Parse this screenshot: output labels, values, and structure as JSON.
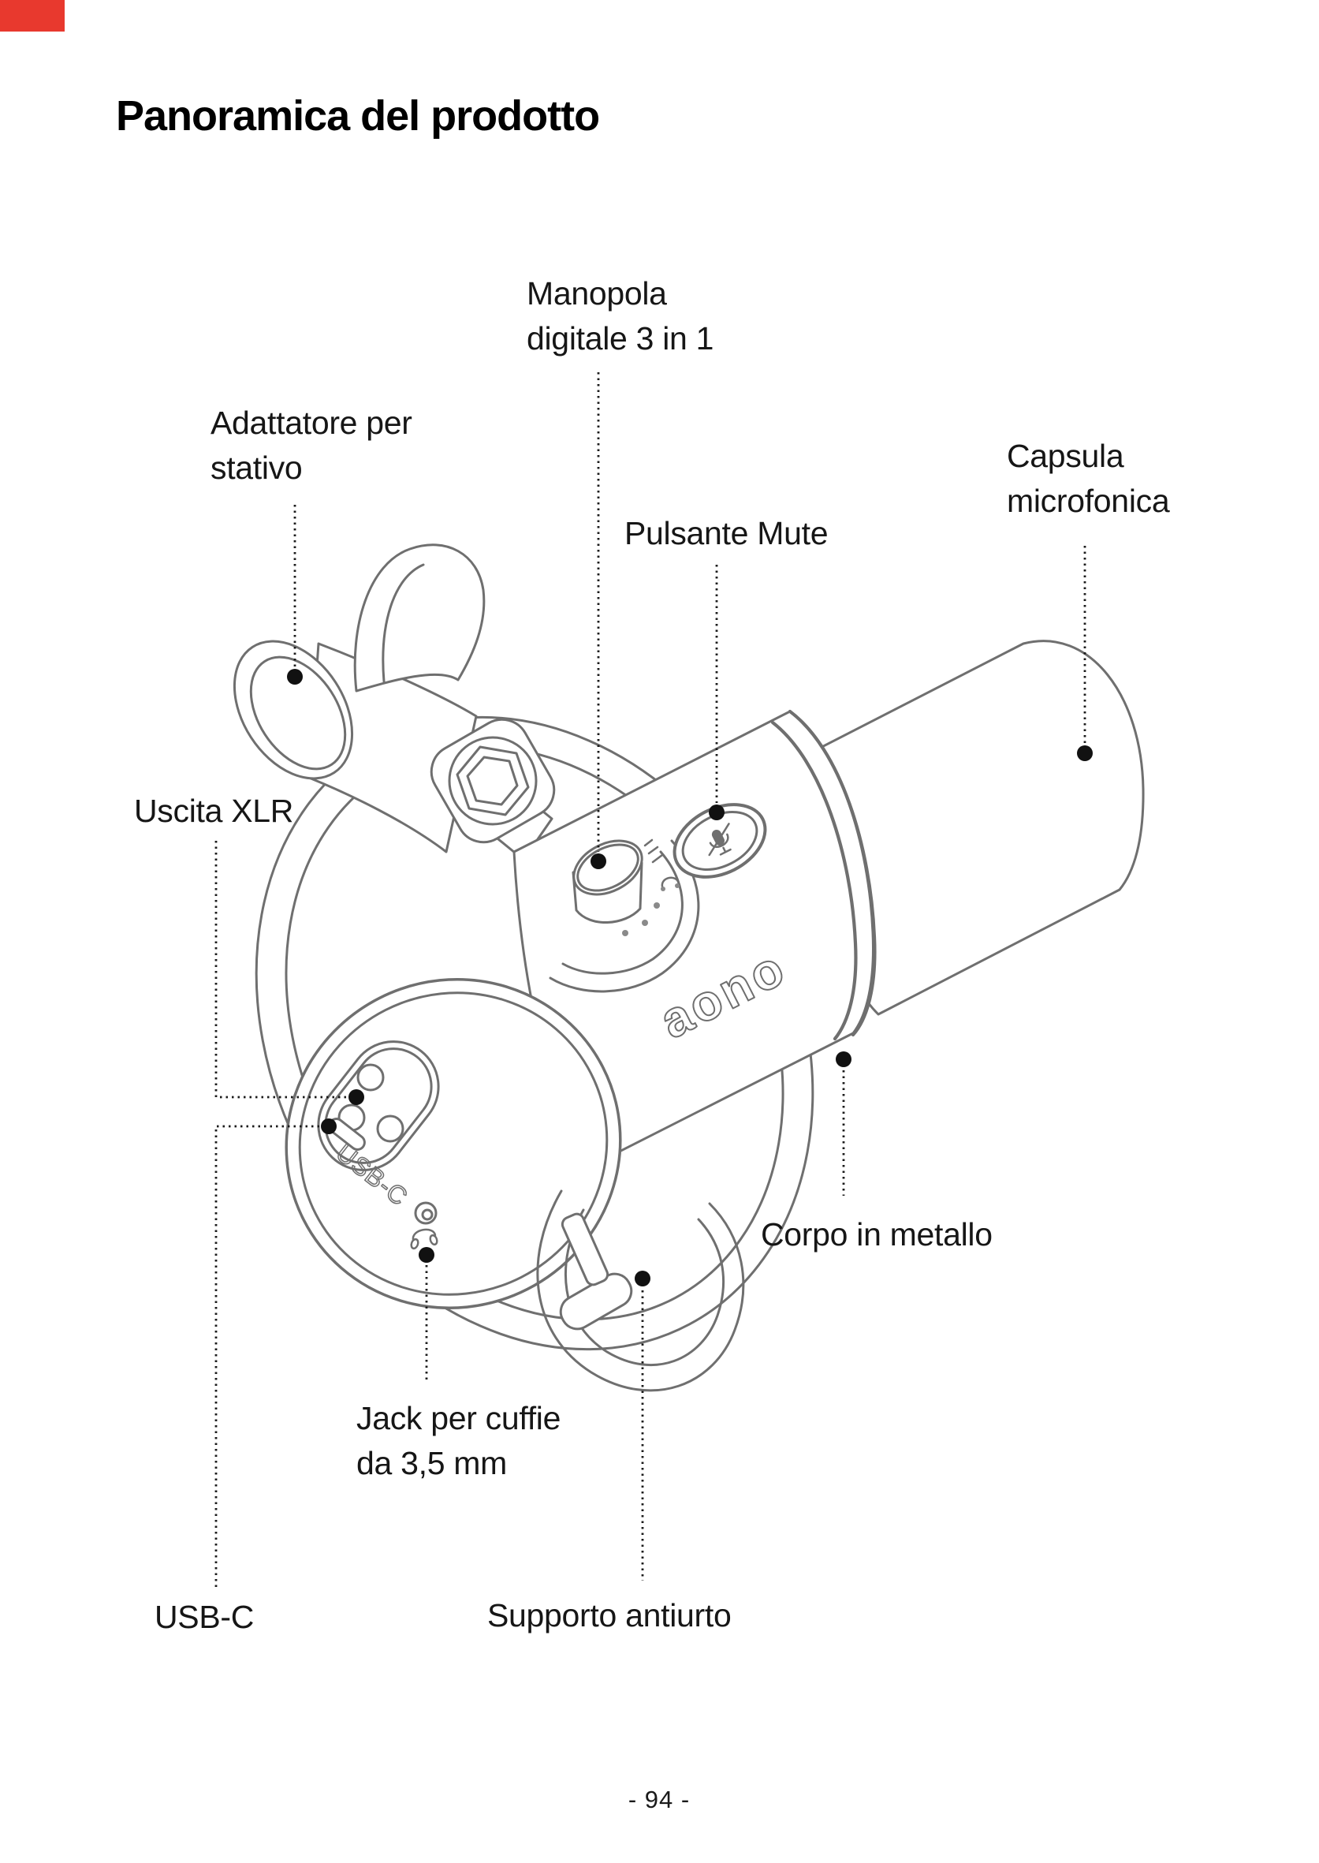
{
  "page": {
    "title": "Panoramica del prodotto",
    "page_number": "- 94 -"
  },
  "accent": {
    "corner_tab_color": "#e8392e"
  },
  "callouts": {
    "knob": {
      "line1": "Manopola",
      "line2": "digitale 3 in 1"
    },
    "stand_adapter": {
      "line1": "Adattatore per",
      "line2": "stativo"
    },
    "capsule": {
      "line1": "Capsula",
      "line2": "microfonica"
    },
    "mute_button": {
      "line1": "Pulsante Mute"
    },
    "xlr_output": {
      "line1": "Uscita XLR"
    },
    "metal_body": {
      "line1": "Corpo in metallo"
    },
    "headphone_jack": {
      "line1": "Jack per cuffie",
      "line2": "da 3,5 mm"
    },
    "usb_c": {
      "line1": "USB-C"
    },
    "shock_mount": {
      "line1": "Supporto antiurto"
    }
  },
  "engravings": {
    "brand_logo": "aono",
    "usb_port_label": "USB-C"
  }
}
